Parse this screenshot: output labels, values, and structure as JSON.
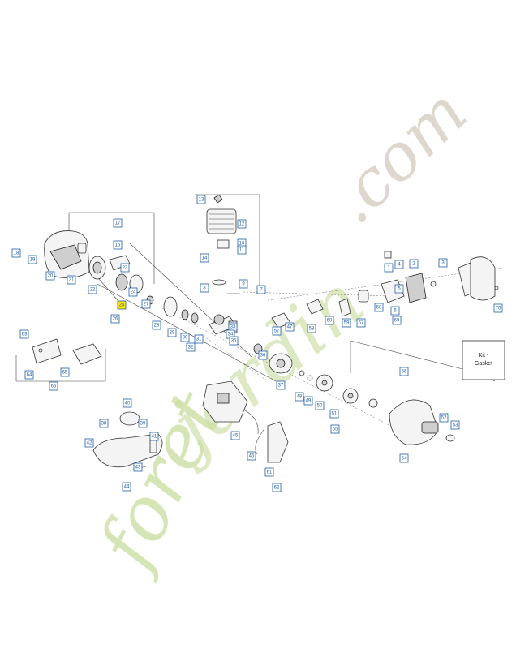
{
  "watermark": {
    "brand_foret": "foret",
    "brand_jardin": "jardin",
    "brand_com": ".com",
    "colors": {
      "foret": "#cfe0a8",
      "jardin": "#cfe0a8",
      "dot_com": "#d8d0c6",
      "accent_dot": "#f3c79a"
    }
  },
  "kit_box": {
    "line1": "Kit -",
    "line2": "Gasket"
  },
  "callouts": {
    "c1": "18",
    "c2": "17",
    "c3": "16",
    "c4": "13",
    "c5": "12",
    "c6": "10",
    "c7": "11",
    "c8": "14",
    "c9": "9",
    "c10": "8",
    "c11": "7",
    "c12": "19",
    "c13": "20",
    "c14": "21",
    "c15": "22",
    "c16": "23",
    "c17": "24",
    "c18": "25",
    "c19": "26",
    "c20": "27",
    "c21": "28",
    "c22": "29",
    "c23": "30",
    "c24": "31",
    "c25": "32",
    "c26": "33",
    "c27": "34",
    "c28": "35",
    "c29": "36",
    "c30": "37",
    "c31": "1",
    "c32": "2",
    "c33": "3",
    "c34": "4",
    "c35": "5",
    "c36": "6",
    "c37": "60",
    "c38": "59",
    "c39": "58",
    "c40": "57",
    "c41": "47",
    "c42": "48",
    "c43": "49",
    "c44": "50",
    "c45": "51",
    "c46": "52",
    "c47": "53",
    "c48": "54",
    "c49": "55",
    "c50": "56",
    "c51": "38",
    "c52": "39",
    "c53": "40",
    "c54": "41",
    "c55": "42",
    "c56": "43",
    "c57": "44",
    "c58": "45",
    "c59": "46",
    "c60": "61",
    "c61": "62",
    "c62": "63",
    "c63": "64",
    "c64": "65",
    "c65": "66",
    "c66": "67",
    "c67": "68",
    "c68": "69",
    "c69": "70"
  },
  "highlight_color": "#ffe600",
  "label_color": "#1f5fa8"
}
